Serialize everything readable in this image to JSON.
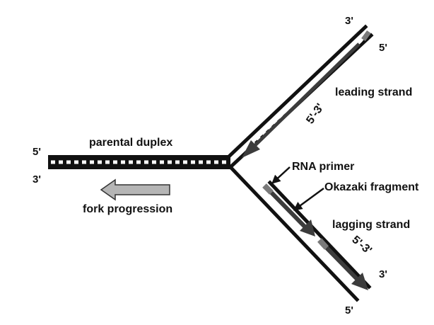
{
  "labels": {
    "parental_duplex": "parental duplex",
    "fork_progression": "fork progression",
    "leading_strand": "leading strand",
    "lagging_strand": "lagging strand",
    "rna_primer": "RNA primer",
    "okazaki_fragment": "Okazaki fragment",
    "leading_direction": "5'-3'",
    "lagging_direction": "5'-3'"
  },
  "strand_ends": {
    "parental_top": "5'",
    "parental_bottom": "3'",
    "leading_top": "3'",
    "leading_right": "5'",
    "lagging_right": "3'",
    "lagging_bottom": "5'"
  },
  "colors": {
    "strand": "#111111",
    "rungs": "#ffffff",
    "new_strand": "#3c3c3c",
    "primer": "#7a7a7a",
    "fork_arrow_fill": "#b5b5b5",
    "fork_arrow_stroke": "#333333"
  }
}
